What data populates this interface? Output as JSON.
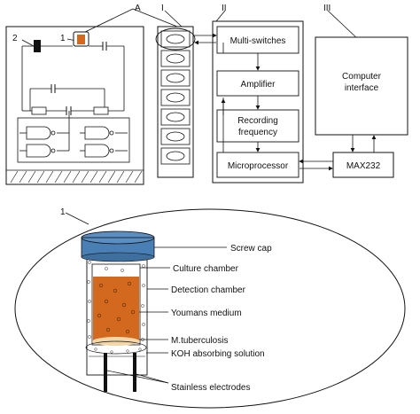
{
  "labels": {
    "A": "A",
    "I": "I",
    "II": "II",
    "III": "III",
    "num1_top": "1",
    "num2_top": "2",
    "num1_bottom": "1"
  },
  "modules": {
    "multi_switches": "Multi-switches",
    "amplifier": "Amplifier",
    "recording_line1": "Recording",
    "recording_line2": "frequency",
    "microprocessor": "Microprocessor",
    "computer_line1": "Computer",
    "computer_line2": "interface",
    "max232": "MAX232"
  },
  "callouts": {
    "screw_cap": "Screw cap",
    "culture_chamber": "Culture chamber",
    "detection_chamber": "Detection chamber",
    "youmans_medium": "Youmans medium",
    "m_tuberculosis": "M.tuberculosis",
    "koh_solution": "KOH absorbing solution",
    "stainless_electrodes": "Stainless electrodes"
  },
  "colors": {
    "cap": "#4a7fb5",
    "medium": "#d2691e",
    "bacteria": "#f3d7a8"
  }
}
